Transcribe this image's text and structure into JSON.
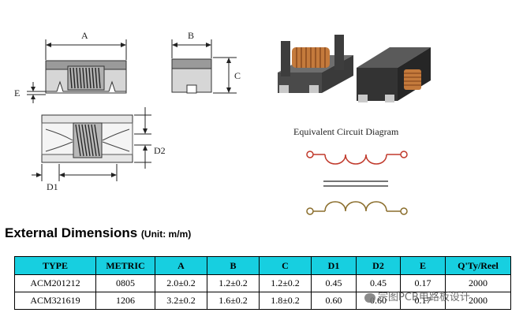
{
  "dimension_labels": {
    "a": "A",
    "b": "B",
    "c": "C",
    "e": "E",
    "d1": "D1",
    "d2": "D2"
  },
  "circuit": {
    "title": "Equivalent Circuit Diagram",
    "top_coil_color": "#c0392b",
    "bottom_coil_color": "#8a6d2b"
  },
  "section": {
    "title": "External Dimensions",
    "unit": "(Unit: m/m)"
  },
  "table": {
    "header_color": "#17cfe0",
    "headers": [
      "TYPE",
      "METRIC",
      "A",
      "B",
      "C",
      "D1",
      "D2",
      "E",
      "Q'Ty/Reel"
    ],
    "rows": [
      [
        "ACM201212",
        "0805",
        "2.0±0.2",
        "1.2±0.2",
        "1.2±0.2",
        "0.45",
        "0.45",
        "0.17",
        "2000"
      ],
      [
        "ACM321619",
        "1206",
        "3.2±0.2",
        "1.6±0.2",
        "1.8±0.2",
        "0.60",
        "0.60",
        "0.17",
        "2000"
      ]
    ]
  },
  "watermark": "宗图PCB电路板设计"
}
